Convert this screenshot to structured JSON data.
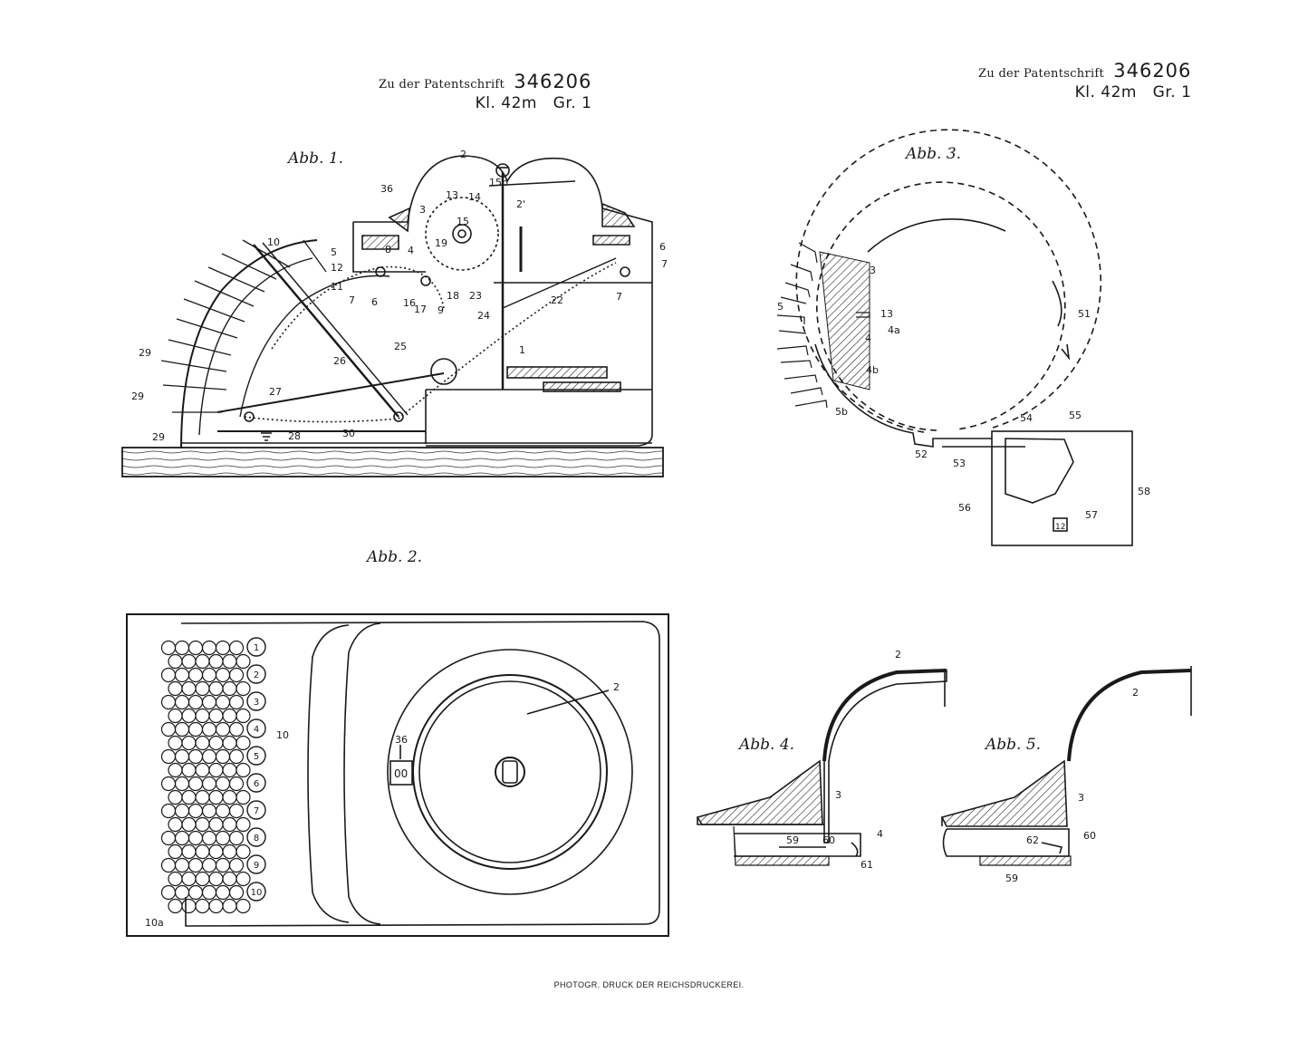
{
  "headers": [
    {
      "prefix": "Zu der Patentschrift",
      "number": "346206",
      "class_line": "Kl. 42m   Gr. 1"
    },
    {
      "prefix": "Zu der Patentschrift",
      "number": "346206",
      "class_line": "Kl. 42m   Gr. 1"
    }
  ],
  "figures": {
    "abb1": {
      "caption": "Abb. 1."
    },
    "abb2": {
      "caption": "Abb. 2."
    },
    "abb3": {
      "caption": "Abb. 3."
    },
    "abb4": {
      "caption": "Abb. 4."
    },
    "abb5": {
      "caption": "Abb. 5."
    }
  },
  "labels": {
    "abb1": [
      "2",
      "36",
      "13",
      "14",
      "15",
      "15b",
      "2'",
      "3",
      "4",
      "5",
      "7",
      "6",
      "12",
      "11",
      "10",
      "8",
      "19",
      "16",
      "17",
      "18",
      "9",
      "22",
      "23",
      "24",
      "25",
      "26",
      "27",
      "30",
      "28",
      "29",
      "1"
    ],
    "abb2": [
      "2",
      "10",
      "36",
      "10a"
    ],
    "abb2_keys": [
      "1",
      "2",
      "3",
      "4",
      "5",
      "6",
      "7",
      "8",
      "9",
      "10"
    ],
    "abb2_display": "00",
    "abb3": [
      "3",
      "13",
      "4a",
      "4",
      "4b",
      "5",
      "5b",
      "51",
      "52",
      "53",
      "54",
      "55",
      "56",
      "57",
      "58",
      "12"
    ],
    "abb4": [
      "2",
      "3",
      "4",
      "59",
      "60",
      "61"
    ],
    "abb5": [
      "2",
      "3",
      "60",
      "62",
      "59"
    ]
  },
  "footer": "PHOTOGR. DRUCK DER REICHSDRUCKEREI."
}
